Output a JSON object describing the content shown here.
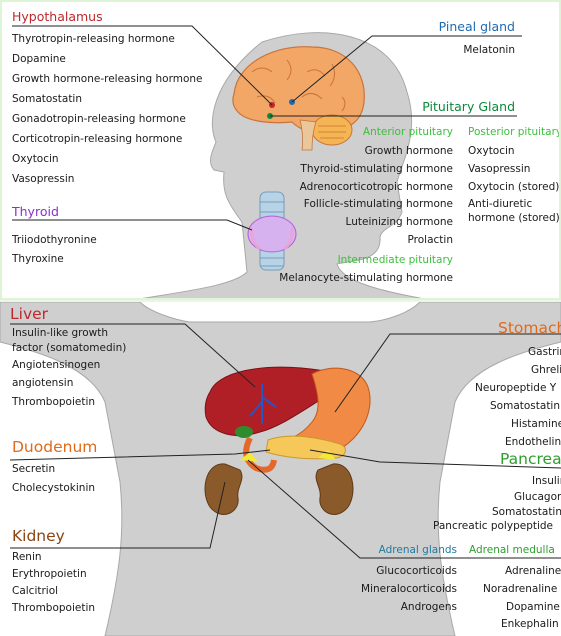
{
  "colors": {
    "hypothalamus": "#c0272d",
    "pineal": "#1f6bb3",
    "pituitary": "#0a8a3a",
    "thyroid": "#8b2fc9",
    "green_label": "#3bbf3b",
    "liver": "#c0272d",
    "stomach": "#e06a1a",
    "duodenum": "#e06a1a",
    "kidney": "#8b4513",
    "pancreas": "#2e9e2e",
    "adrenal": "#1f7aa0"
  },
  "top": {
    "hypothalamus": {
      "title": "Hypothalamus",
      "items": [
        "Thyrotropin-releasing hormone",
        "Dopamine",
        "Growth hormone-releasing hormone",
        "Somatostatin",
        "Gonadotropin-releasing hormone",
        "Corticotropin-releasing hormone",
        "Oxytocin",
        "Vasopressin"
      ]
    },
    "thyroid": {
      "title": "Thyroid",
      "items": [
        "Triiodothyronine",
        "Thyroxine"
      ]
    },
    "pineal": {
      "title": "Pineal gland",
      "items": [
        "Melatonin"
      ]
    },
    "pituitary": {
      "title": "Pituitary Gland",
      "anterior_title": "Anterior pituitary",
      "anterior": [
        "Growth hormone",
        "Thyroid-stimulating hormone",
        "Adrenocorticotropic hormone",
        "Follicle-stimulating hormone",
        "Luteinizing hormone",
        "Prolactin"
      ],
      "posterior_title": "Posterior pituitary",
      "posterior": [
        "Oxytocin",
        "Vasopressin",
        "Oxytocin (stored)",
        "Anti-diuretic",
        "hormone (stored)"
      ],
      "intermediate_title": "Intermediate pituitary",
      "intermediate": [
        "Melanocyte-stimulating hormone"
      ]
    }
  },
  "bottom": {
    "liver": {
      "title": "Liver",
      "items": [
        "Insulin-like growth",
        "factor (somatomedin)",
        "Angiotensinogen",
        "angiotensin",
        "Thrombopoietin"
      ]
    },
    "duodenum": {
      "title": "Duodenum",
      "items": [
        "Secretin",
        "Cholecystokinin"
      ]
    },
    "kidney": {
      "title": "Kidney",
      "items": [
        "Renin",
        "Erythropoietin",
        "Calcitriol",
        "Thrombopoietin"
      ]
    },
    "stomach": {
      "title": "Stomach",
      "items": [
        "Gastrin",
        "Ghrelin",
        "Neuropeptide Y",
        "Somatostatin",
        "Histamine",
        "Endothelin"
      ]
    },
    "pancreas": {
      "title": "Pancreas",
      "items": [
        "Insulin",
        "Glucagon",
        "Somatostatin",
        "Pancreatic polypeptide"
      ]
    },
    "adrenal_glands": {
      "title": "Adrenal glands",
      "items": [
        "Glucocorticoids",
        "Mineralocorticoids",
        "Androgens"
      ]
    },
    "adrenal_medulla": {
      "title": "Adrenal medulla",
      "items": [
        "Adrenaline",
        "Noradrenaline",
        "Dopamine",
        "Enkephalin"
      ]
    }
  }
}
